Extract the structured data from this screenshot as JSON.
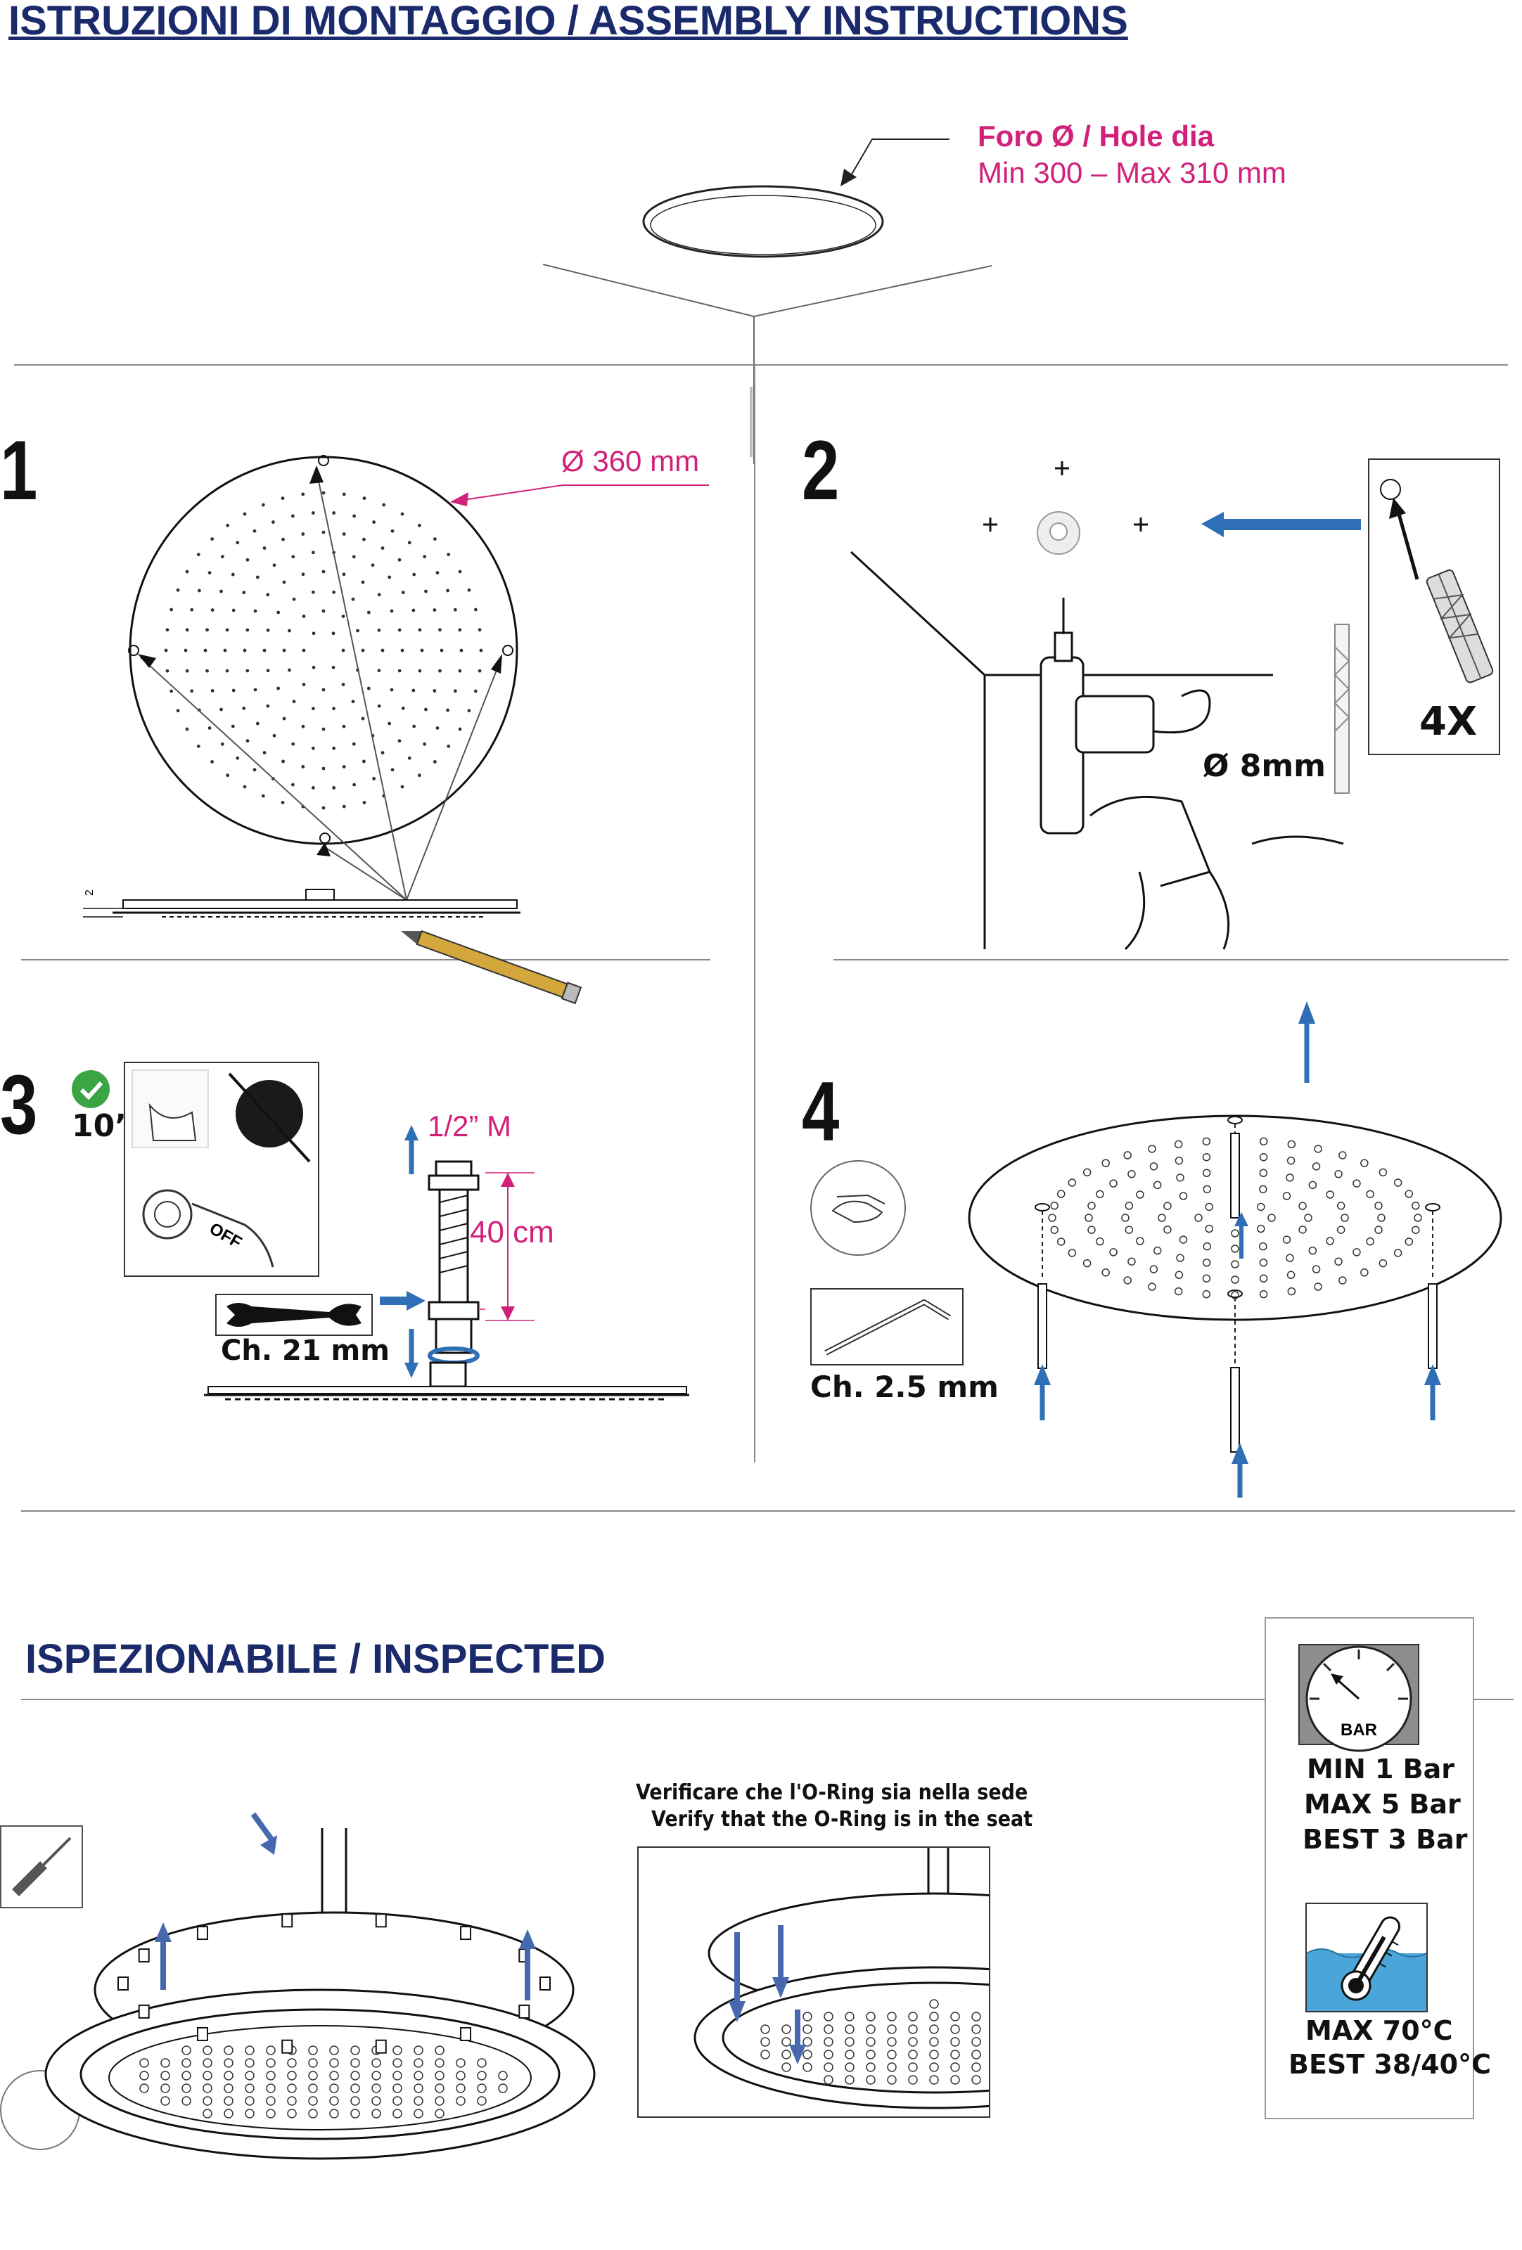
{
  "header": {
    "title": "ISTRUZIONI DI MONTAGGIO / ASSEMBLY INSTRUCTIONS"
  },
  "hole": {
    "label": "Foro Ø / Hole dia",
    "range": "Min 300 – Max 310 mm"
  },
  "step1": {
    "number": "1",
    "diameter": "Ø 360 mm",
    "offset_label": "2"
  },
  "step2": {
    "number": "2",
    "drill_size": "Ø 8mm",
    "anchor_count": "4X"
  },
  "step3": {
    "number": "3",
    "timer": "10’",
    "thread": "1/2” M",
    "length": "40 cm",
    "wrench": "Ch. 21 mm",
    "valve_label": "OFF"
  },
  "step4": {
    "number": "4",
    "key": "Ch. 2.5 mm"
  },
  "inspected": {
    "title": "ISPEZIONABILE / INSPECTED",
    "oring_it": "Verificare che l'O-Ring sia nella sede",
    "oring_en": "Verify that the O-Ring is in the seat"
  },
  "specs": {
    "gauge_label": "BAR",
    "pressure": [
      "MIN 1 Bar",
      "MAX 5 Bar",
      "BEST 3 Bar"
    ],
    "temperature": [
      "MAX 70°C",
      "BEST 38/40°C"
    ]
  },
  "colors": {
    "title": "#1b2a6b",
    "accent": "#d2217a",
    "arrow": "#2f6fb5",
    "water": "#4aa6d8"
  }
}
